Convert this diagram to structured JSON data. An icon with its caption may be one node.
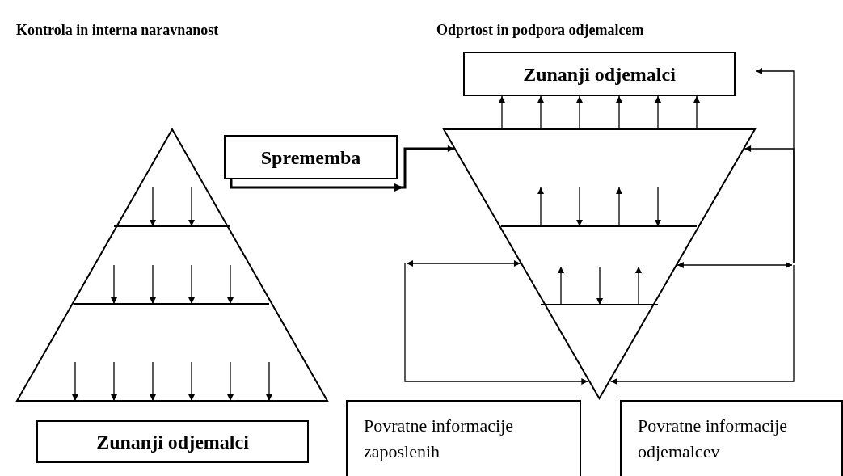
{
  "diagram": {
    "nodes": [
      {
        "text": [],
        "shape": "triangle"
      },
      {
        "text": [
          "Zunanji odjemalci"
        ]
      },
      {
        "text": [
          "Sprememba"
        ]
      },
      {
        "text": [
          "Zunanji odjemalci"
        ]
      },
      {
        "text": [],
        "shape": "triangle"
      },
      {
        "text": [
          "Povratne informacije zaposlenih"
        ]
      },
      {
        "text": [
          "Povratne informacije odjemalcev"
        ]
      }
    ],
    "edges": [
      {
        "from": 2,
        "to": 4,
        "arrow": "to",
        "style": "thick"
      },
      {
        "from": null,
        "to": 4,
        "arrow": "to"
      },
      {
        "from": null,
        "to": 4,
        "arrow": "both"
      },
      {
        "from": null,
        "to": 3,
        "arrow": "to"
      },
      {
        "from": null,
        "to": 4,
        "arrow": "to"
      },
      {
        "from": null,
        "to": 4,
        "arrow": "both"
      },
      {
        "from": null,
        "to": 4,
        "arrow": "to"
      },
      {
        "from": 4,
        "to": 3,
        "arrow": "to"
      },
      {
        "from": 4,
        "to": 3,
        "arrow": "to"
      },
      {
        "from": 4,
        "to": 3,
        "arrow": "to"
      },
      {
        "from": 4,
        "to": 3,
        "arrow": "to"
      },
      {
        "from": 4,
        "to": 3,
        "arrow": "to"
      },
      {
        "from": 4,
        "to": 3,
        "arrow": "to"
      }
    ],
    "labels": [
      "Kontrola in interna naravnanost",
      "Odprtost in podpora odjemalcem"
    ]
  }
}
